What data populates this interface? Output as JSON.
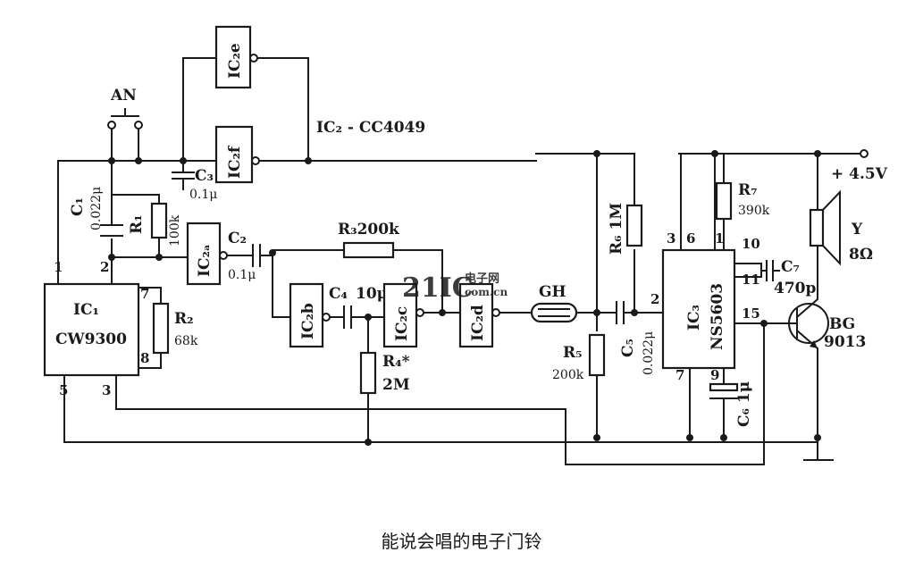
{
  "caption": "能说会唱的电子门铃",
  "ic2_label": "IC₂ - CC4049",
  "switch": "AN",
  "power": "+ 4.5V",
  "ic1": {
    "name": "IC₁",
    "part": "CW9300"
  },
  "ic3": {
    "name": "IC₃",
    "part": "NS5603"
  },
  "gates": {
    "a": "IC₂ₐ",
    "b": "IC₂b",
    "c": "IC₂c",
    "d": "IC₂d",
    "e": "IC₂e",
    "f": "IC₂f"
  },
  "components": {
    "c1": "C₁",
    "c1_val": "0.022μ",
    "r1": "R₁",
    "r1_val": "100k",
    "c2": "C₂",
    "c2_val": "0.1μ",
    "c3": "C₃",
    "c3_val": "0.1μ",
    "r2": "R₂",
    "r2_val": "68k",
    "r3": "R₃200k",
    "c4": "C₄",
    "c4_val": "10μ",
    "r4": "R₄*",
    "r4_val": "2M",
    "gh": "GH",
    "r5": "R₅",
    "r5_val": "200k",
    "r6": "R₆ 1M",
    "c5": "C₅",
    "c5_val": "0.022μ",
    "c6": "C₆ 1μ",
    "r7": "R₇",
    "r7_val": "390k",
    "c7": "C₇",
    "c7_val": "470p",
    "speaker": "Y",
    "speaker_val": "8Ω",
    "transistor": "BG",
    "transistor_val": "9013"
  },
  "pins": {
    "ic1": [
      "1",
      "2",
      "7",
      "8",
      "5",
      "3"
    ],
    "ic3": [
      "3",
      "6",
      "1",
      "10",
      "11",
      "2",
      "15",
      "7",
      "9"
    ]
  },
  "watermark": {
    "brand": "21IC",
    "cn": "电子网",
    "url": "com.cn"
  }
}
